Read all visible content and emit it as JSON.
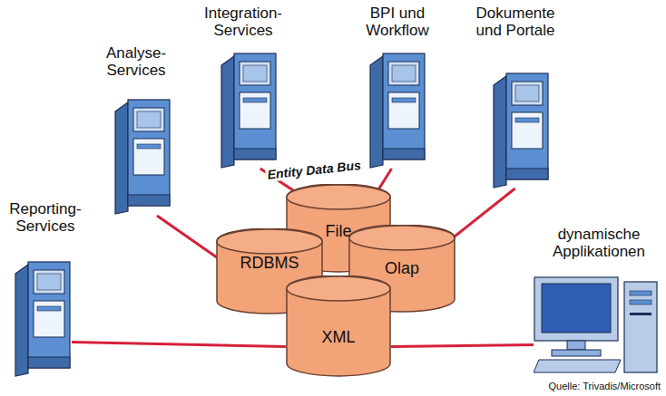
{
  "diagram": {
    "nodes": [
      {
        "text": [
          "Analyse- Services"
        ]
      },
      {
        "text": [
          "Integration- Services"
        ]
      },
      {
        "text": [
          "BPI und Workflow"
        ]
      },
      {
        "text": [
          "Dokumente und Portale"
        ]
      },
      {
        "text": [
          "Reporting- Services"
        ]
      },
      {
        "text": [
          "File"
        ]
      },
      {
        "text": [
          "RDBMS"
        ]
      },
      {
        "text": [
          "Olap"
        ]
      },
      {
        "text": [
          "XML"
        ]
      },
      {
        "text": [
          "dynamische Applikationen"
        ]
      }
    ],
    "edges": [
      {
        "from": 0,
        "to": 6,
        "arrow": "none"
      },
      {
        "from": 1,
        "to": 5,
        "arrow": "none"
      },
      {
        "from": 2,
        "to": 5,
        "arrow": "none"
      },
      {
        "from": 3,
        "to": 7,
        "arrow": "none"
      },
      {
        "from": 4,
        "to": 8,
        "arrow": "none"
      },
      {
        "from": 9,
        "to": 8,
        "arrow": "none"
      }
    ],
    "labels": [
      "Entity Data Bus",
      "Quelle: Trivadis/Microsoft"
    ]
  }
}
